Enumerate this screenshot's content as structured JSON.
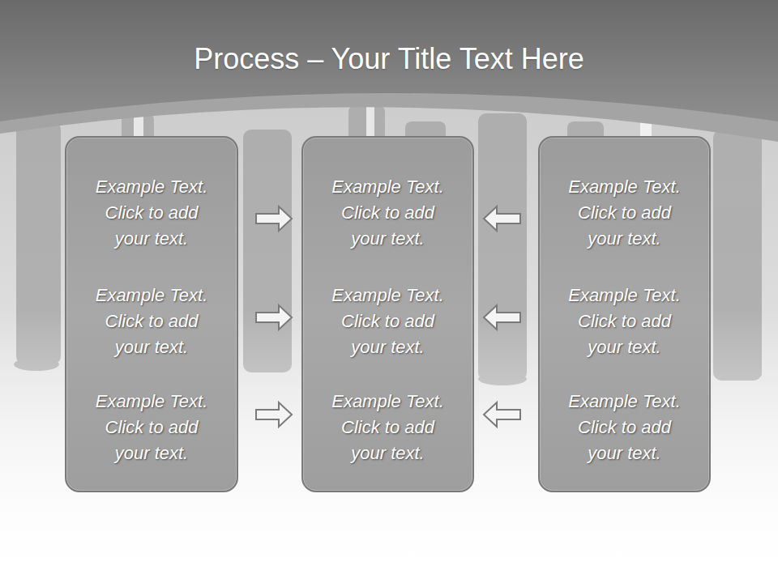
{
  "diagram": {
    "title": "Process – Your Title Text Here",
    "nodes": [
      {
        "text": [
          "Example Text. Click to add your text.",
          "Example Text. Click to add your text.",
          "Example Text. Click to add your text."
        ]
      },
      {
        "text": [
          "Example Text. Click to add your text.",
          "Example Text. Click to add your text.",
          "Example Text. Click to add your text."
        ]
      },
      {
        "text": [
          "Example Text. Click to add your text.",
          "Example Text. Click to add your text.",
          "Example Text. Click to add your text."
        ]
      }
    ],
    "edges": [
      {
        "from": 0,
        "to": 1,
        "arrow": "to"
      },
      {
        "from": 0,
        "to": 1,
        "arrow": "to"
      },
      {
        "from": 0,
        "to": 1,
        "arrow": "to"
      },
      {
        "from": 2,
        "to": 1,
        "arrow": "to"
      },
      {
        "from": 2,
        "to": 1,
        "arrow": "to"
      },
      {
        "from": 2,
        "to": 1,
        "arrow": "to"
      }
    ]
  }
}
